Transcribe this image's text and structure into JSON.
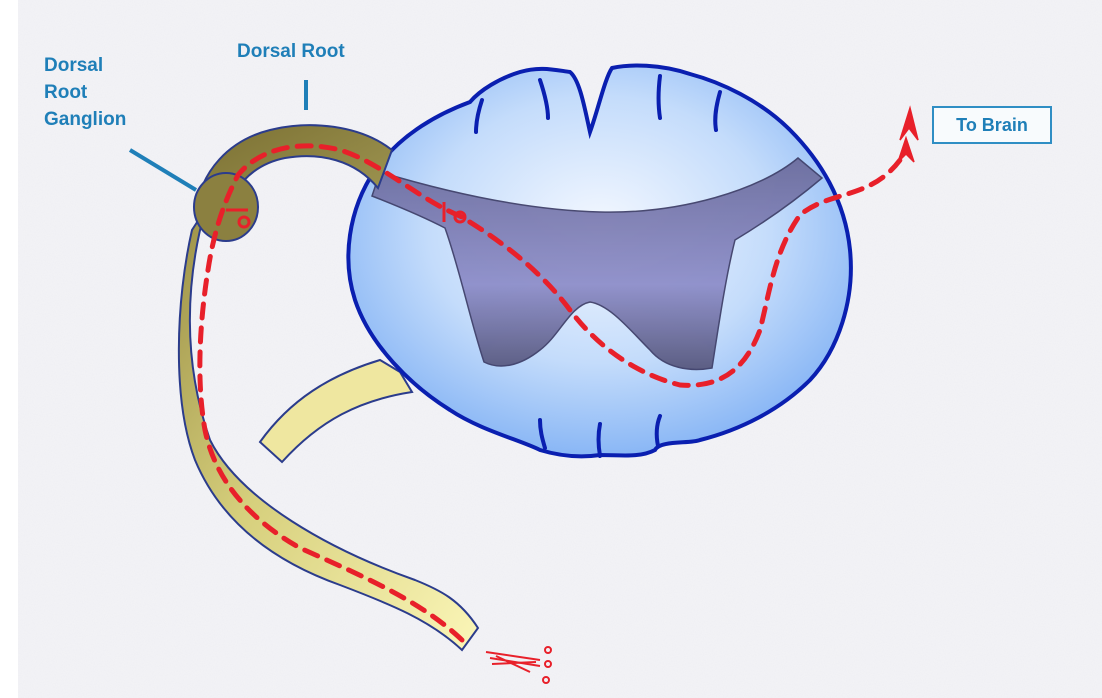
{
  "diagram": {
    "labels": {
      "dorsal_root_ganglion": [
        "Dorsal",
        "Root",
        "Ganglion"
      ],
      "dorsal_root": "Dorsal Root",
      "to_brain": "To Brain"
    },
    "colors": {
      "label_text": "#1f7fb8",
      "label_line": "#1f7fb8",
      "cord_outline": "#0a1fb0",
      "cord_fill_light": "#eaf3fe",
      "cord_fill_dark": "#7fb0f4",
      "gray_matter": "#6f6fa8",
      "nerve_fill": "#f6f0a4",
      "nerve_outline": "#2b3c8c",
      "dorsal_root_fill": "#8a7f3a",
      "signal_path": "#e8202a"
    }
  }
}
